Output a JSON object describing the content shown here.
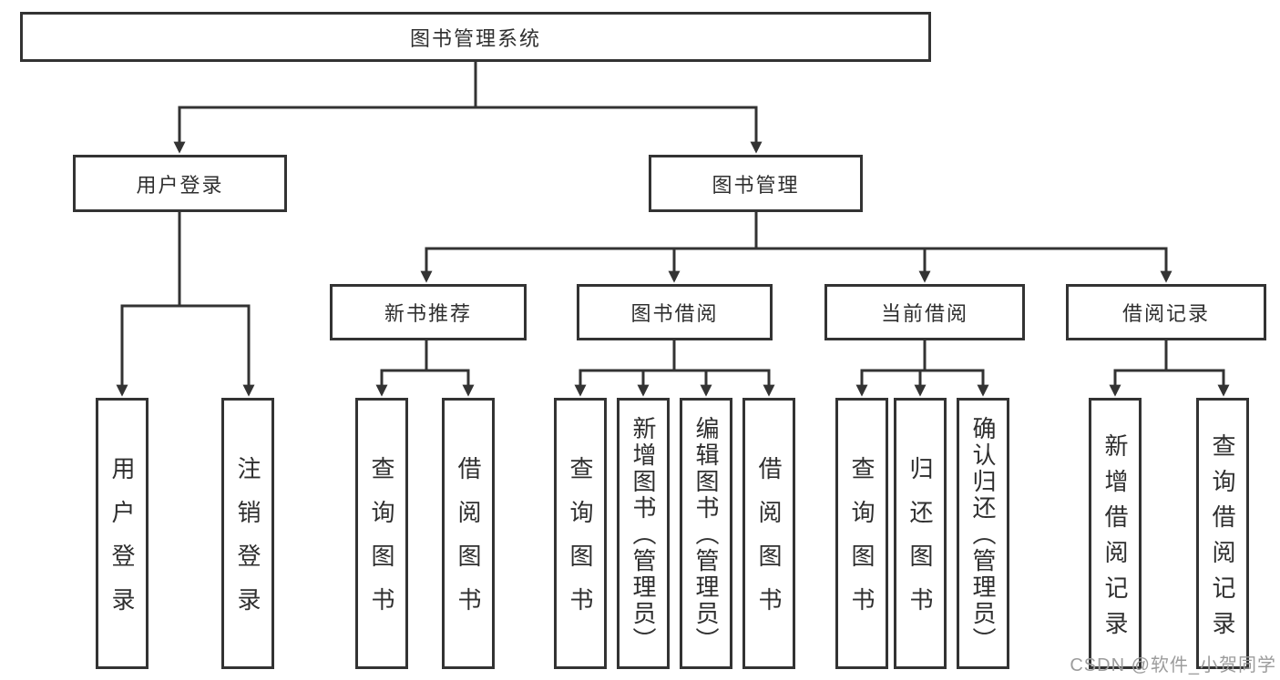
{
  "root": {
    "label": "图书管理系统"
  },
  "level2": {
    "user_login": "用户登录",
    "book_management": "图书管理"
  },
  "level3": {
    "new_book_recommend": "新书推荐",
    "book_borrow": "图书借阅",
    "current_borrow": "当前借阅",
    "borrow_records": "借阅记录"
  },
  "leaves": {
    "user_login": "用户登录",
    "logout_login": "注销登录",
    "nbr_query_book": "查询图书",
    "nbr_borrow_book": "借阅图书",
    "bb_query_book": "查询图书",
    "bb_add_book_admin": "新增图书（管理员）",
    "bb_edit_book_admin": "编辑图书（管理员）",
    "bb_borrow_book": "借阅图书",
    "cb_query_book": "查询图书",
    "cb_return_book": "归还图书",
    "cb_confirm_return_admin": "确认归还（管理员）",
    "br_add_borrow_record": "新增借阅记录",
    "br_query_borrow_record": "查询借阅记录"
  },
  "watermark": "CSDN @软件_小贺同学",
  "colors": {
    "line": "#333333",
    "text": "#2f2f2f",
    "watermark": "#9c9c9c",
    "background": "#ffffff"
  }
}
